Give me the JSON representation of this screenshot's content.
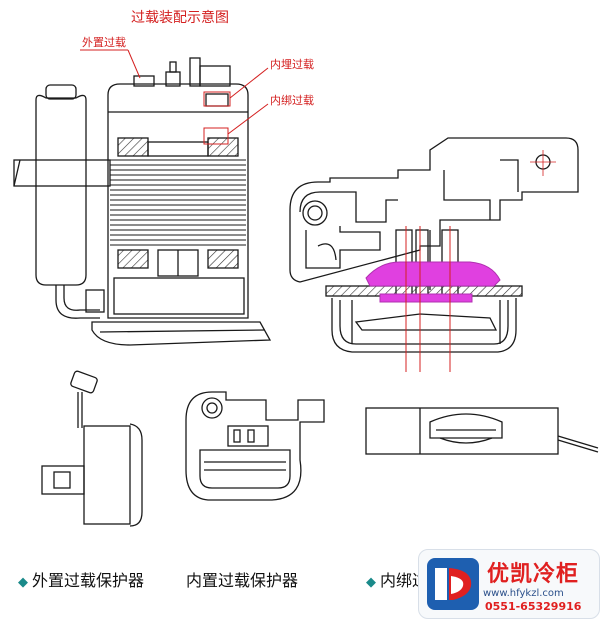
{
  "diagram": {
    "title": "过载装配示意图",
    "callouts": {
      "external": "外置过载",
      "internal_buried": "内埋过载",
      "internal_bound": "内绑过载"
    }
  },
  "captions": {
    "external_protector": "外置过载保护器",
    "internal_protector": "内置过载保护器",
    "bound_protector": "内绑过载保护器"
  },
  "watermark": {
    "brand": "优凯冷柜",
    "url": "www.hfykzl.com",
    "phone": "0551-65329916"
  },
  "colors": {
    "line": "#1a1a1a",
    "callout": "#d42020",
    "highlight": "#e040e0",
    "brand": "#e02020",
    "accent": "#1a8a8a"
  }
}
